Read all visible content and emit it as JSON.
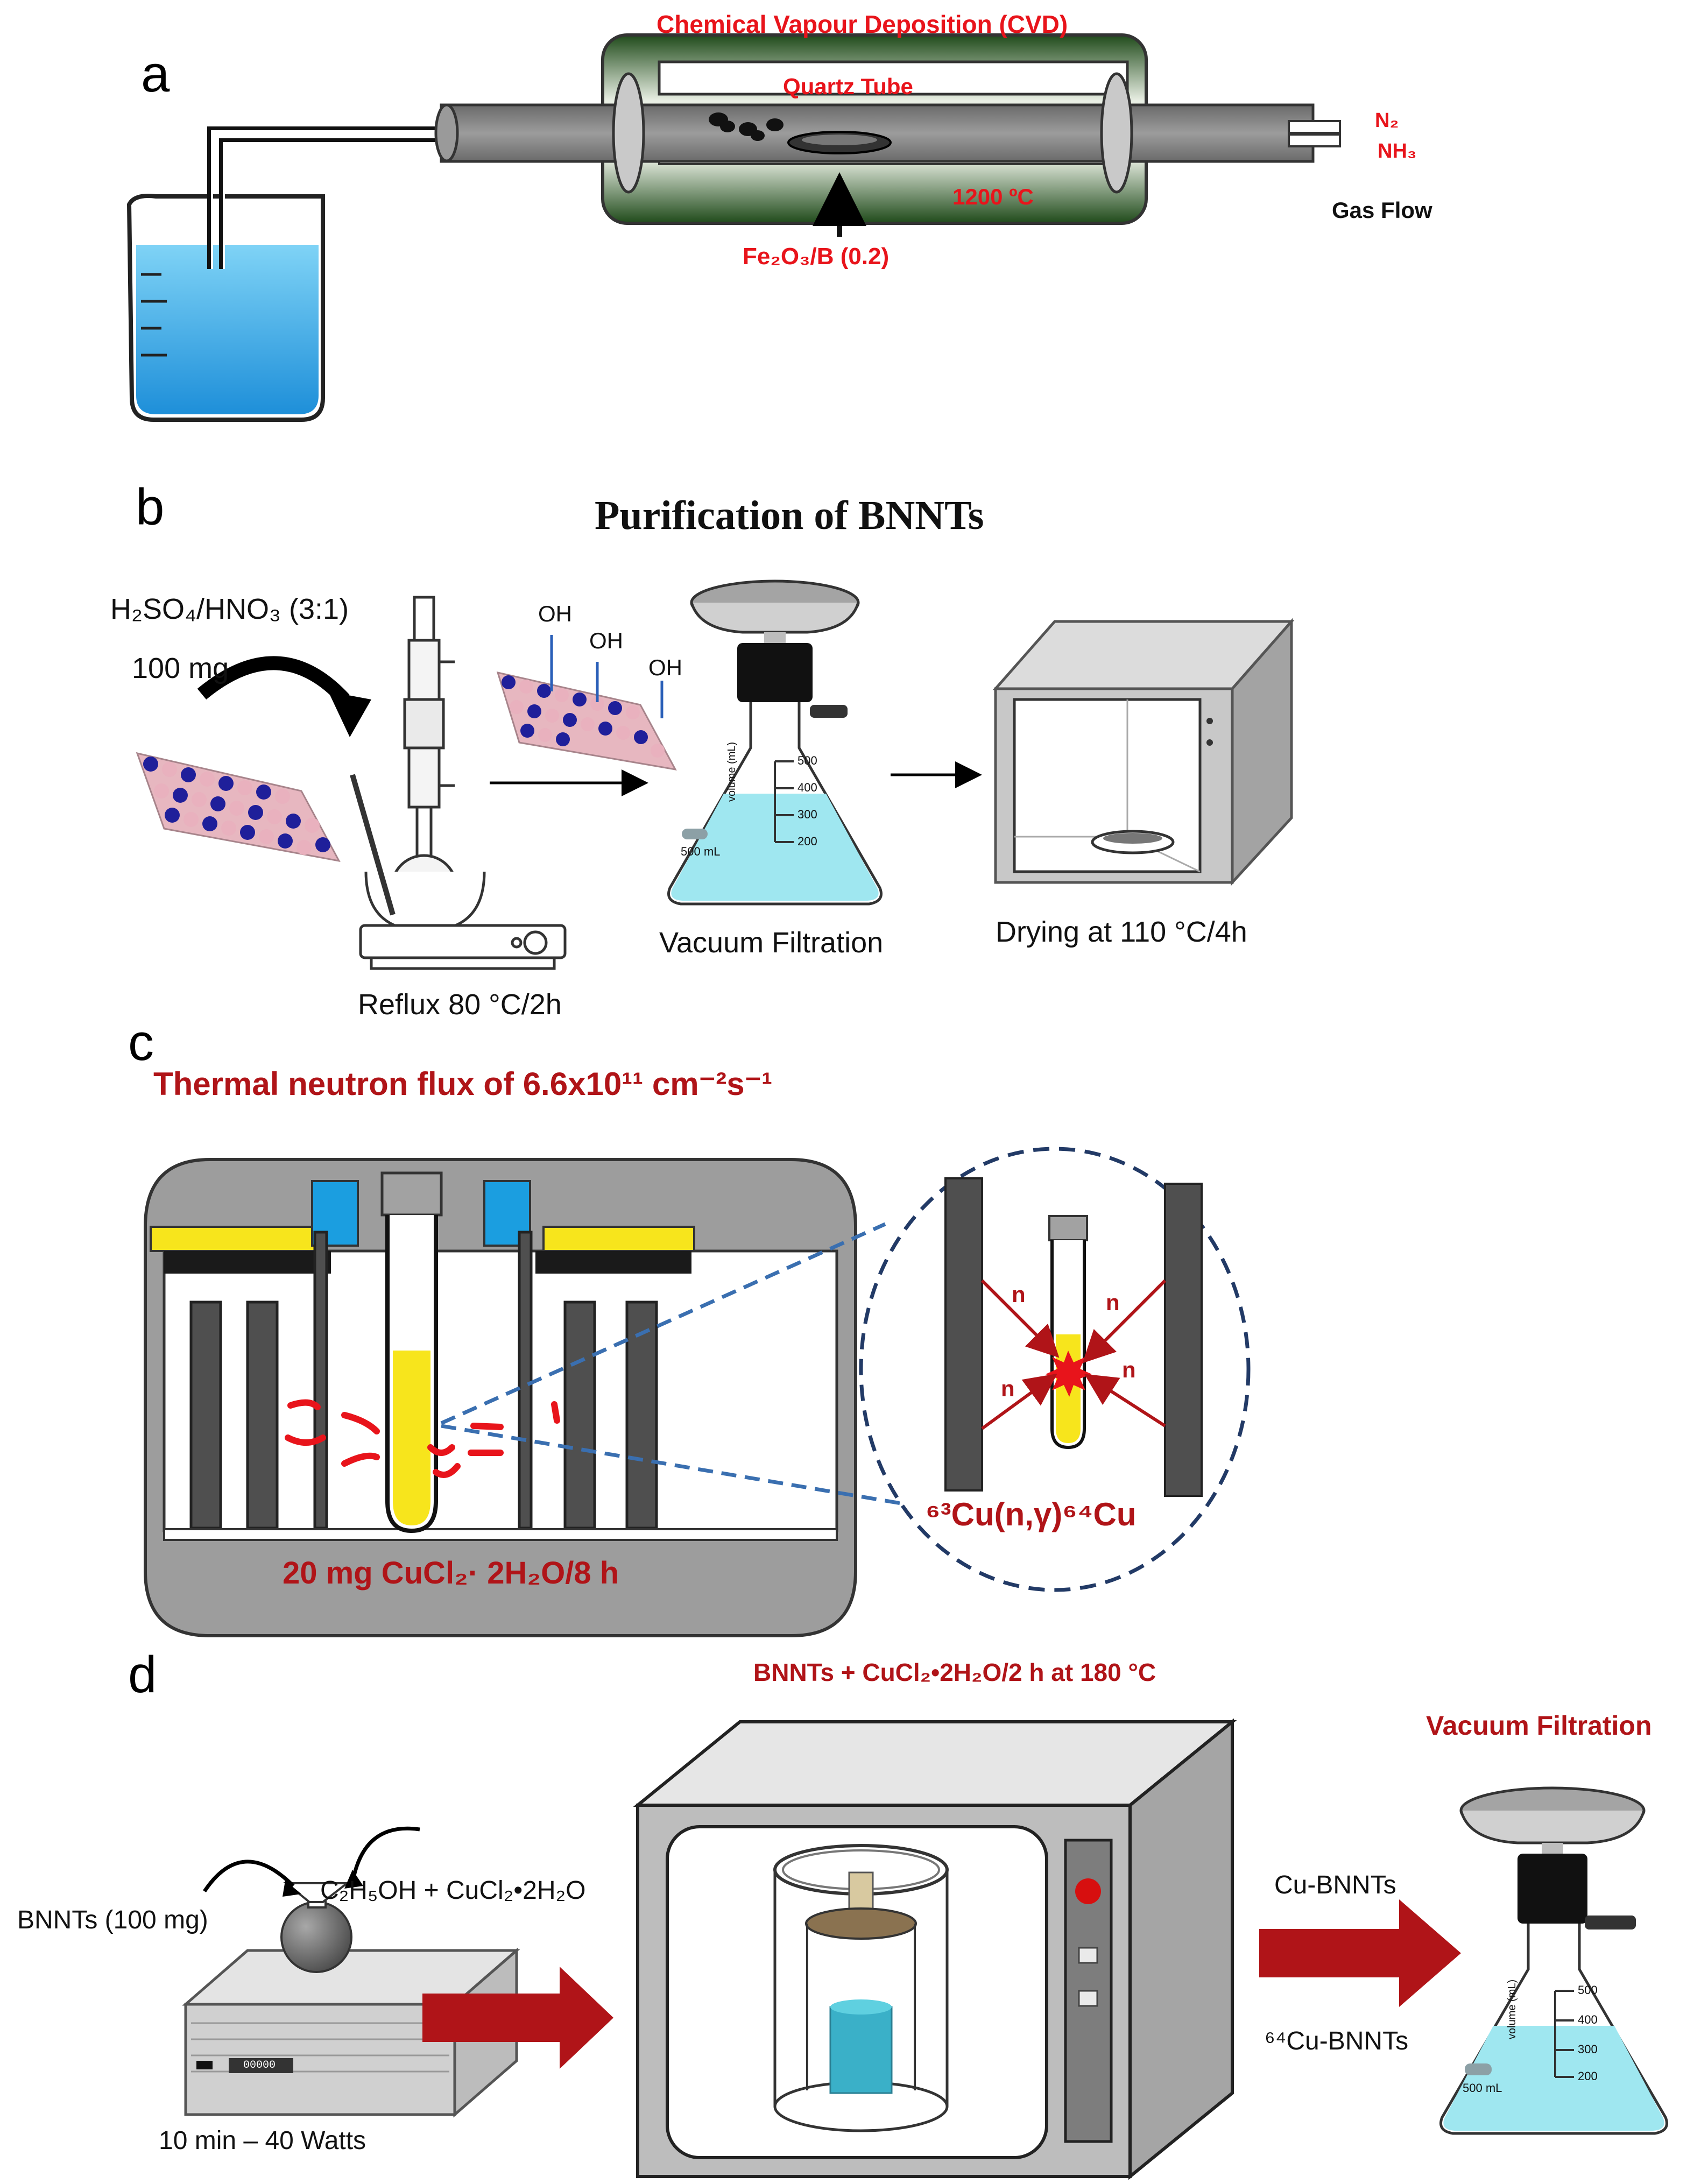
{
  "panels": [
    "a",
    "b",
    "c",
    "d"
  ],
  "a": {
    "title": "Chemical Vapour Deposition (CVD)",
    "tube": "Quartz Tube",
    "temperature": "1200 ºC",
    "gas1": "N₂",
    "gas2": "NH₃",
    "gas_flow": "Gas Flow",
    "catalyst": "Fe₂O₃/B (0.2)"
  },
  "b": {
    "title": "Purification of BNNTs",
    "acid": "H₂SO₄/HNO₃ (3:1)",
    "mass": "100 mg",
    "oh": "OH",
    "reflux": "Reflux 80 °C/2h",
    "filtration": "Vacuum Filtration",
    "drying": "Drying at 110 °C/4h",
    "flask_label": "500 mL",
    "flask_axis": "volume (mL)",
    "flask_ticks": [
      "500",
      "400",
      "300",
      "200"
    ]
  },
  "c": {
    "title": "Thermal neutron flux of 6.6x10¹¹ cm⁻²s⁻¹",
    "sample": "20 mg CuCl₂· 2H₂O/8 h",
    "reaction": "⁶³Cu(n,γ)⁶⁴Cu",
    "n": "n"
  },
  "d": {
    "title": "BNNTs + CuCl₂•2H₂O/2 h at 180 °C",
    "filtration": "Vacuum Filtration",
    "bnnts": "BNNTs (100 mg)",
    "reagents": "C₂H₅OH + CuCl₂•2H₂O",
    "sonication": "10 min – 40 Watts",
    "display": "00000",
    "product1": "Cu-BNNTs",
    "product2": "⁶⁴Cu-BNNTs"
  },
  "colors": {
    "red_label": "#e8141b",
    "dark_red": "#b01418",
    "water_blue": "#2aa7e6",
    "light_cyan": "#9fe7f0",
    "tube_grey": "#8a8a8a",
    "yellow": "#f7e51c",
    "cyan_block": "#1b9ee0"
  }
}
